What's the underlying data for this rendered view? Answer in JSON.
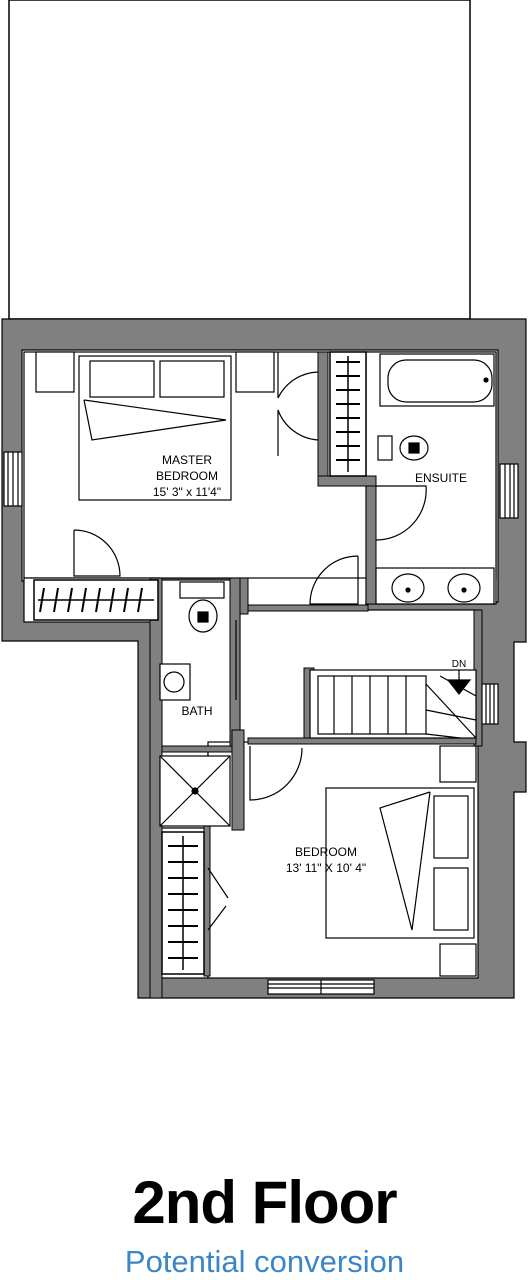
{
  "plan": {
    "rooms": {
      "master_bedroom_name": "MASTER",
      "master_bedroom_name2": "BEDROOM",
      "master_bedroom_size": "15' 3\" x 11'4\"",
      "ensuite": "ENSUITE",
      "bath": "BATH",
      "bedroom_name": "BEDROOM",
      "bedroom_size": "13' 11\" X 10' 4\"",
      "stairs_direction": "DN"
    },
    "colors": {
      "wall": "#808080",
      "line": "#000000",
      "subtitle": "#3a86c8"
    }
  },
  "title": "2nd Floor",
  "subtitle": "Potential conversion"
}
